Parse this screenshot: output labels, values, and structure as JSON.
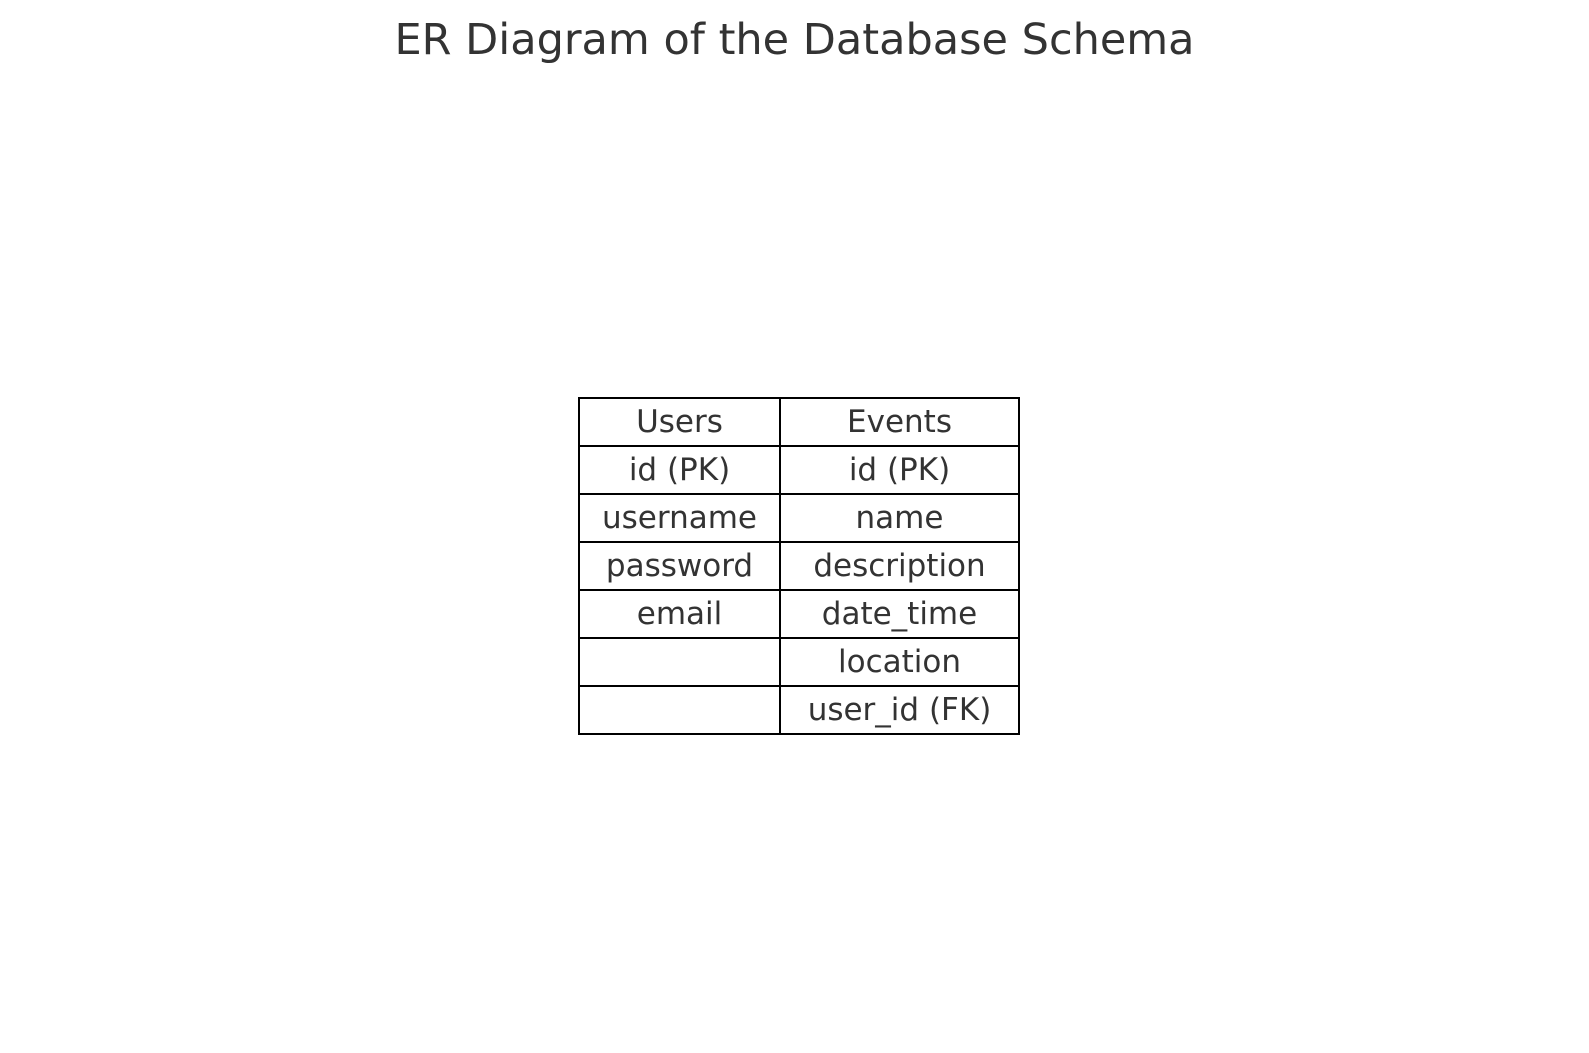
{
  "title": "ER Diagram of the Database Schema",
  "table": {
    "headers": [
      "Users",
      "Events"
    ],
    "rows": [
      [
        "id (PK)",
        "id (PK)"
      ],
      [
        "username",
        "name"
      ],
      [
        "password",
        "description"
      ],
      [
        "email",
        "date_time"
      ],
      [
        "",
        "location"
      ],
      [
        "",
        "user_id (FK)"
      ]
    ]
  }
}
